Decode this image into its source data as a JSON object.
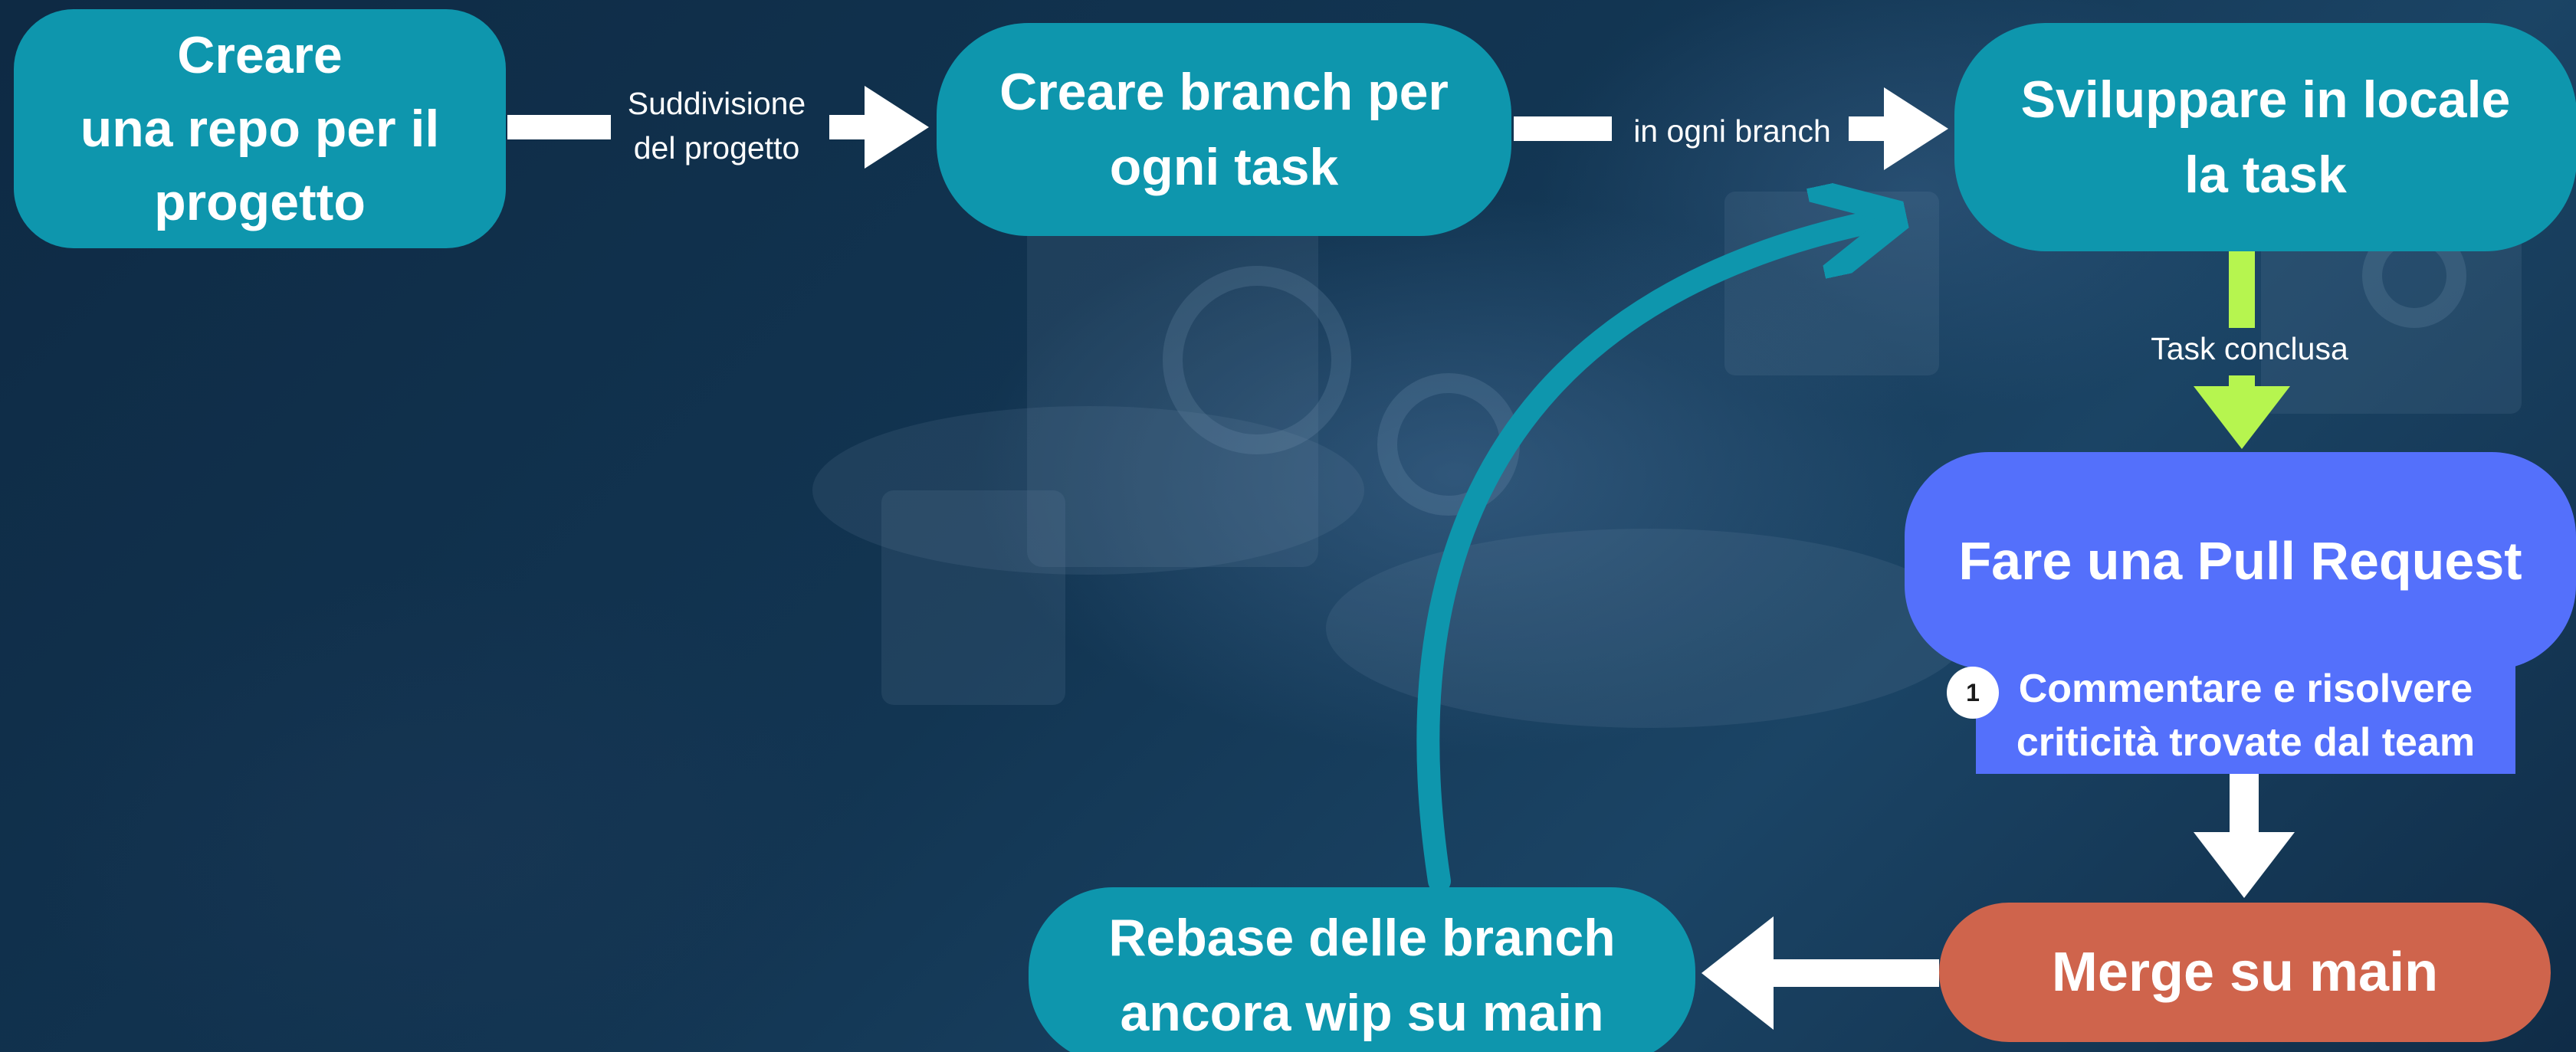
{
  "nodes": {
    "create_repo": "Creare\nuna repo per il\nprogetto",
    "create_branch": "Creare branch per\nogni task",
    "develop": "Sviluppare in locale\nla task",
    "pull_request": "Fare una Pull Request",
    "merge": "Merge su main",
    "rebase": "Rebase delle branch\nancora wip su main"
  },
  "note": {
    "badge": "1",
    "text": "Commentare e risolvere\ncriticità trovate dal team"
  },
  "edges": {
    "suddivisione": "Suddivisione\ndel progetto",
    "ogni_branch": "in ogni branch",
    "task_conclusa": "Task conclusa"
  },
  "colors": {
    "background": "#123552",
    "teal_node": "#0e96ad",
    "blue_node": "#5470fb",
    "merge_node": "#cf644c",
    "arrow_white": "#ffffff",
    "arrow_green": "#b6f54f",
    "loop_arrow": "#0e96ad"
  }
}
